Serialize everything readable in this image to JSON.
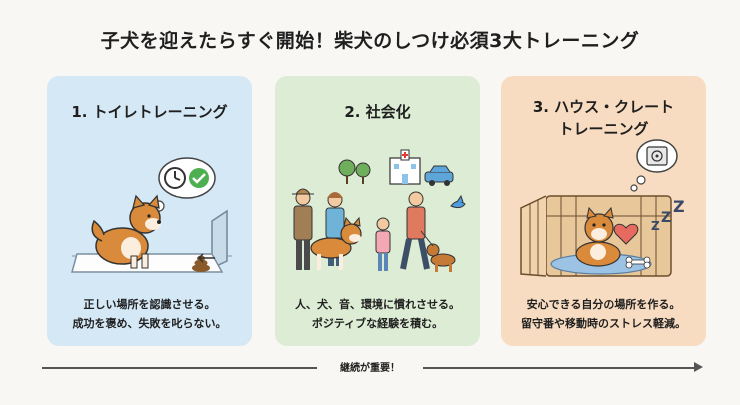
{
  "title": "子犬を迎えたらすぐ開始！柴犬のしつけ必須3大トレーニング",
  "cards": [
    {
      "title_lines": [
        "1. トイレトレーニング"
      ],
      "desc_lines": [
        "正しい場所を認識させる。",
        "成功を褒め、失敗を叱らない。"
      ],
      "color": "#d5e8f6"
    },
    {
      "title_lines": [
        "2. 社会化"
      ],
      "desc_lines": [
        "人、犬、音、環境に慣れさせる。",
        "ポジティブな経験を積む。"
      ],
      "color": "#ddecd4"
    },
    {
      "title_lines": [
        "3. ハウス・クレート",
        "トレーニング"
      ],
      "desc_lines": [
        "安心できる自分の場所を作る。",
        "留守番や移動時のストレス軽減。"
      ],
      "color": "#f8dcc1"
    }
  ],
  "timeline": {
    "label": "継続が重要！"
  }
}
